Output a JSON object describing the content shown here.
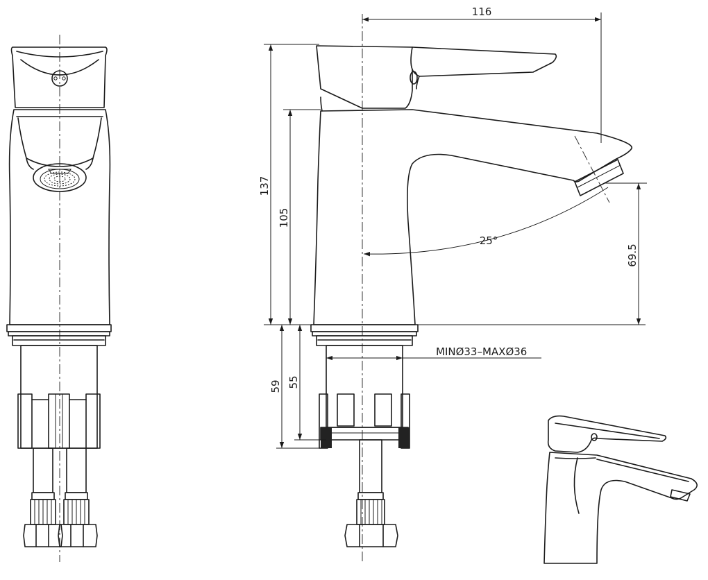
{
  "dimensions": {
    "spout_reach": "116",
    "total_height": "137",
    "spout_base_height": "105",
    "outlet_height": "69.5",
    "mounting_length": "59",
    "thread_length": "55",
    "hole_diameter": "MINØ33–MAXØ36",
    "swivel_angle": "25°"
  }
}
